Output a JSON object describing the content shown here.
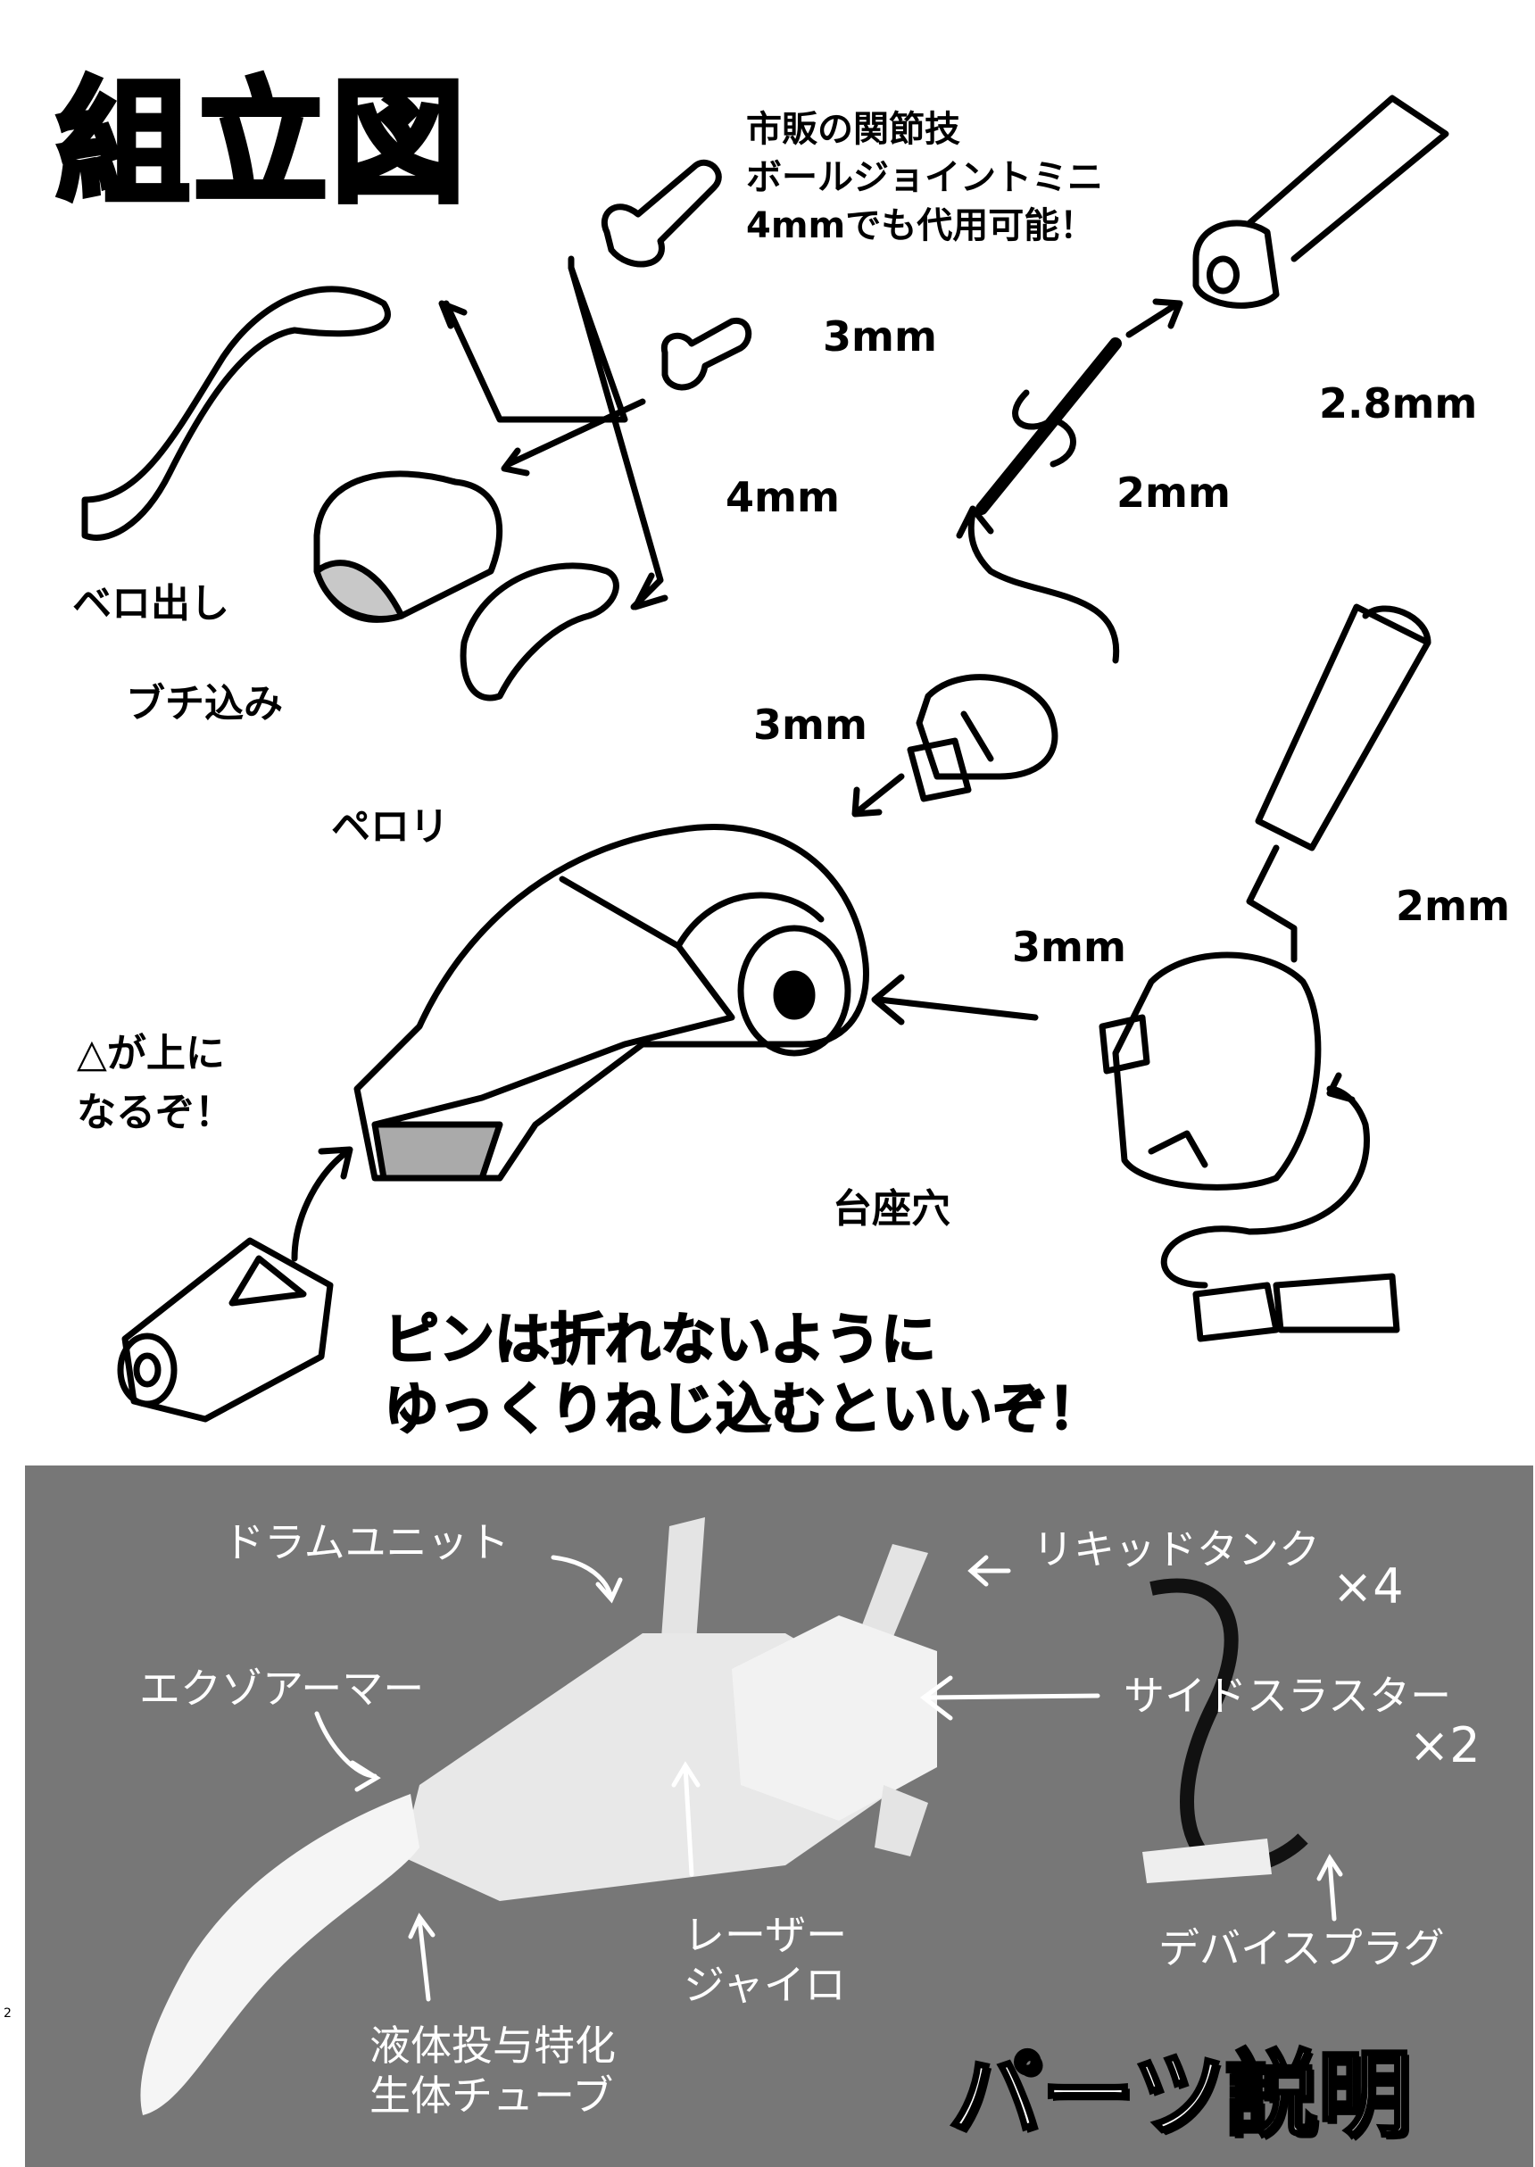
{
  "assembly": {
    "title": "組立図",
    "note_lines": [
      "市販の関節技",
      "ボールジョイントミニ",
      "4mmでも代用可能！"
    ],
    "sizes": {
      "top_3mm": "3mm",
      "top_2_8mm": "2.8mm",
      "mid_4mm": "4mm",
      "mid_2mm": "2mm",
      "drum_3mm": "3mm",
      "right_2mm": "2mm",
      "thruster_3mm": "3mm"
    },
    "labels": {
      "tongue_out": "ベロ出し",
      "plug_in": "ブチ込み",
      "lick": "ペロリ",
      "triangle_up_line1": "△が上に",
      "triangle_up_line2": "なるぞ！",
      "base_hole": "台座穴"
    },
    "warning_lines": [
      "ピンは折れないように",
      "ゆっくりねじ込むといいぞ！"
    ]
  },
  "parts_photo": {
    "title": "パーツ説明",
    "labels": {
      "drum_unit": "ドラムユニット",
      "liquid_tank": "リキッドタンク",
      "liquid_tank_count": "×4",
      "exo_armor": "エクゾアーマー",
      "side_thruster": "サイドスラスター",
      "side_thruster_count": "×2",
      "laser_gyro_line1": "レーザー",
      "laser_gyro_line2": "ジャイロ",
      "device_plug": "デバイスプラグ",
      "tube_line1": "液体投与特化",
      "tube_line2": "生体チューブ"
    },
    "background_color": "#777777"
  },
  "page_number": "2"
}
